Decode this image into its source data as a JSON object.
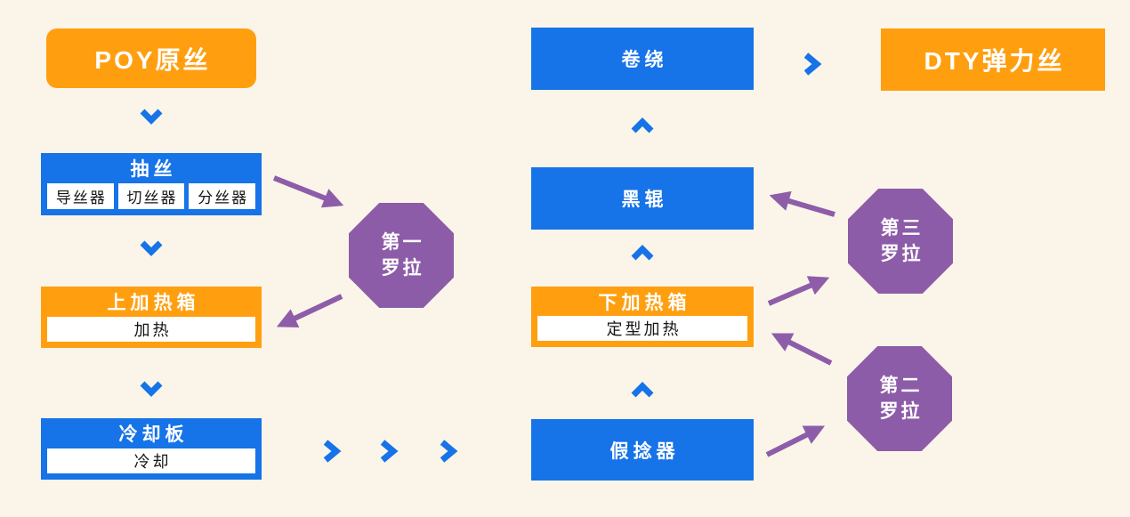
{
  "colors": {
    "background": "#FBF5E9",
    "blue": "#1673E8",
    "orange": "#FF9F10",
    "purple": "#8D5CA8",
    "arrow_purple": "#8E5DA9",
    "white": "#FFFFFF",
    "dark_text": "#151515"
  },
  "nodes": {
    "poy_source": {
      "label": "POY原丝"
    },
    "drawing": {
      "title": "抽丝",
      "subs": [
        "导丝器",
        "切丝器",
        "分丝器"
      ]
    },
    "upper_heater": {
      "title": "上加热箱",
      "sub": "加热"
    },
    "cooling_plate": {
      "title": "冷却板",
      "sub": "冷却"
    },
    "winding": {
      "label": "卷绕"
    },
    "black_roller": {
      "label": "黑辊"
    },
    "lower_heater": {
      "title": "下加热箱",
      "sub": "定型加热"
    },
    "false_twister": {
      "label": "假捻器"
    },
    "dty_product": {
      "label": "DTY弹力丝"
    }
  },
  "rollers": {
    "first": {
      "lines": [
        "第一",
        "罗拉"
      ]
    },
    "second": {
      "lines": [
        "第二",
        "罗拉"
      ]
    },
    "third": {
      "lines": [
        "第三",
        "罗拉"
      ]
    }
  }
}
